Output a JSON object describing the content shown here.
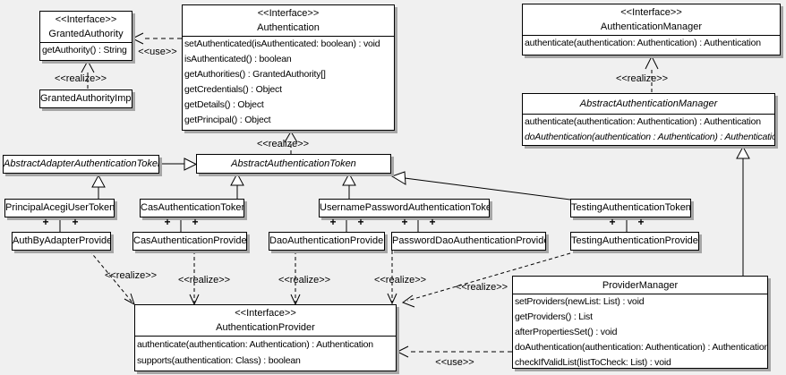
{
  "diagram": {
    "colors": {
      "background": "#f0f0f0",
      "box_fill": "#ffffff",
      "box_border": "#000000",
      "box_shadow": "#a6a6a6"
    },
    "label_use": "<<use>>",
    "label_realize": "<<realize>>",
    "multiplicity_plus": "+",
    "classes": {
      "granted_authority": {
        "stereotype": "<<Interface>>",
        "name": "GrantedAuthority",
        "methods": [
          "getAuthority() : String"
        ]
      },
      "granted_authority_impl": {
        "name": "GrantedAuthorityImpl"
      },
      "authentication": {
        "stereotype": "<<Interface>>",
        "name": "Authentication",
        "methods": [
          "setAuthenticated(isAuthenticated: boolean) : void",
          "isAuthenticated() : boolean",
          "getAuthorities() : GrantedAuthority[]",
          "getCredentials() : Object",
          "getDetails() : Object",
          "getPrincipal() : Object"
        ]
      },
      "authentication_manager": {
        "stereotype": "<<Interface>>",
        "name": "AuthenticationManager",
        "methods": [
          "authenticate(authentication: Authentication) : Authentication"
        ]
      },
      "abstract_authentication_manager": {
        "name": "AbstractAuthenticationManager",
        "methods": [
          "authenticate(authentication: Authentication) : Authentication",
          "doAuthentication(authentication : Authentication) : Authentication"
        ]
      },
      "abstract_adapter_authentication_token": {
        "name": "AbstractAdapterAuthenticationToken"
      },
      "abstract_authentication_token": {
        "name": "AbstractAuthenticationToken"
      },
      "principal_acegi_user_token": {
        "name": "PrincipalAcegiUserToken"
      },
      "cas_authentication_token": {
        "name": "CasAuthenticationToken"
      },
      "username_password_authentication_token": {
        "name": "UsernamePasswordAuthenticationToken"
      },
      "testing_authentication_token": {
        "name": "TestingAuthenticationToken"
      },
      "auth_by_adapter_provider": {
        "name": "AuthByAdapterProvider"
      },
      "cas_authentication_provider": {
        "name": "CasAuthenticationProvider"
      },
      "dao_authentication_provider": {
        "name": "DaoAuthenticationProvider"
      },
      "password_dao_authentication_provider": {
        "name": "PasswordDaoAuthenticationProvider"
      },
      "testing_authentication_provider": {
        "name": "TestingAuthenticationProvider"
      },
      "authentication_provider": {
        "stereotype": "<<Interface>>",
        "name": "AuthenticationProvider",
        "methods": [
          "authenticate(authentication: Authentication) : Authentication",
          "supports(authentication: Class) : boolean"
        ]
      },
      "provider_manager": {
        "name": "ProviderManager",
        "methods": [
          "setProviders(newList: List) : void",
          "getProviders() : List",
          "afterPropertiesSet() : void",
          "doAuthentication(authentication: Authentication) : Authentication",
          "checkIfValidList(listToCheck: List) : void"
        ]
      }
    }
  }
}
